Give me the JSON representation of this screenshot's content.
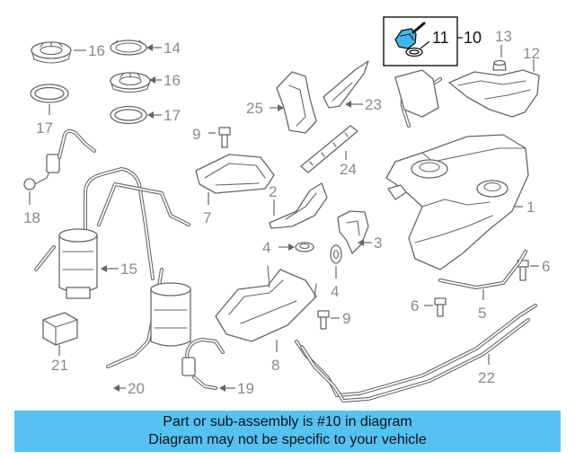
{
  "callouts": {
    "c1": "1",
    "c2": "2",
    "c3": "3",
    "c4a": "4",
    "c4b": "4",
    "c5": "5",
    "c6a": "6",
    "c6b": "6",
    "c7": "7",
    "c8": "8",
    "c9a": "9",
    "c9b": "9",
    "c10": "10",
    "c11": "11",
    "c12": "12",
    "c13": "13",
    "c14": "14",
    "c15": "15",
    "c16a": "16",
    "c16b": "16",
    "c17a": "17",
    "c17b": "17",
    "c18": "18",
    "c19": "19",
    "c20": "20",
    "c21": "21",
    "c22": "22",
    "c23": "23",
    "c24": "24",
    "c25": "25"
  },
  "highlight": {
    "color": "#3fb6e8",
    "part_number": "10"
  },
  "footer": {
    "line1": "Part or sub-assembly is #10 in diagram",
    "line2": "Diagram may not be specific to your vehicle",
    "background": "#55c2f2"
  }
}
